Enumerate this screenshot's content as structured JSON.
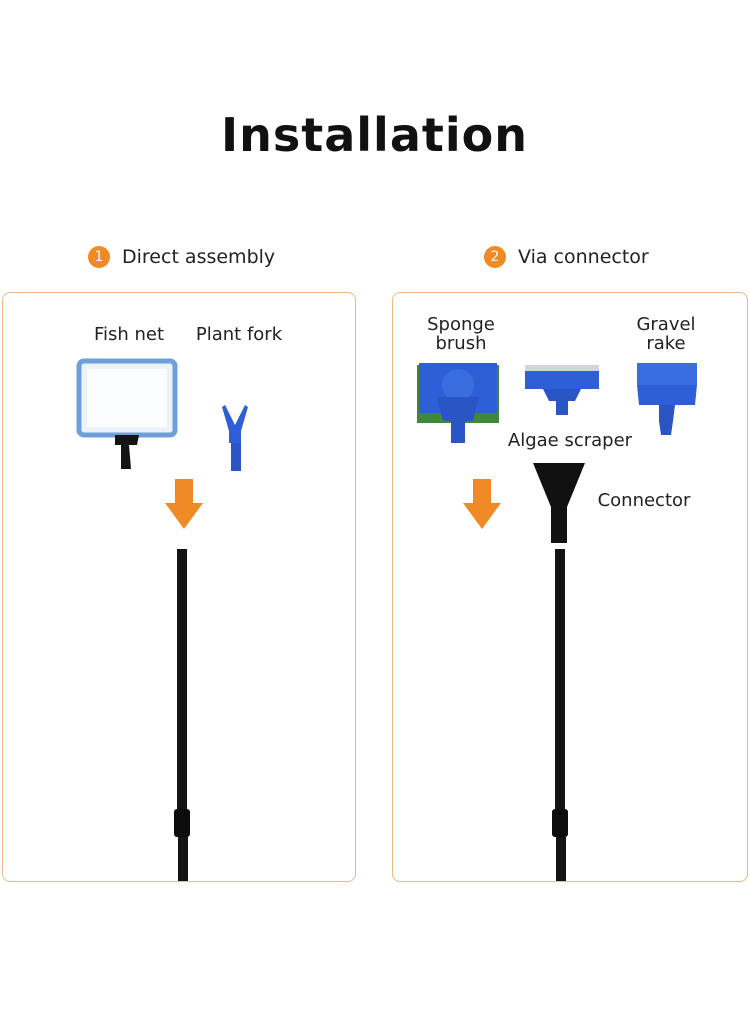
{
  "title": "Installation",
  "steps": [
    {
      "number": "1",
      "label": "Direct assembly"
    },
    {
      "number": "2",
      "label": "Via connector"
    }
  ],
  "left_panel": {
    "fish_net_label": "Fish net",
    "plant_fork_label": "Plant fork"
  },
  "right_panel": {
    "sponge_brush_label": "Sponge\nbrush",
    "gravel_rake_label": "Gravel\nrake",
    "algae_scraper_label": "Algae scraper",
    "connector_label": "Connector"
  },
  "colors": {
    "accent_orange": "#f08a24",
    "panel_border": "#e8b98a",
    "tool_blue": "#2f5fd6",
    "pole_black": "#111111",
    "sponge_green": "#3f8a3a"
  }
}
